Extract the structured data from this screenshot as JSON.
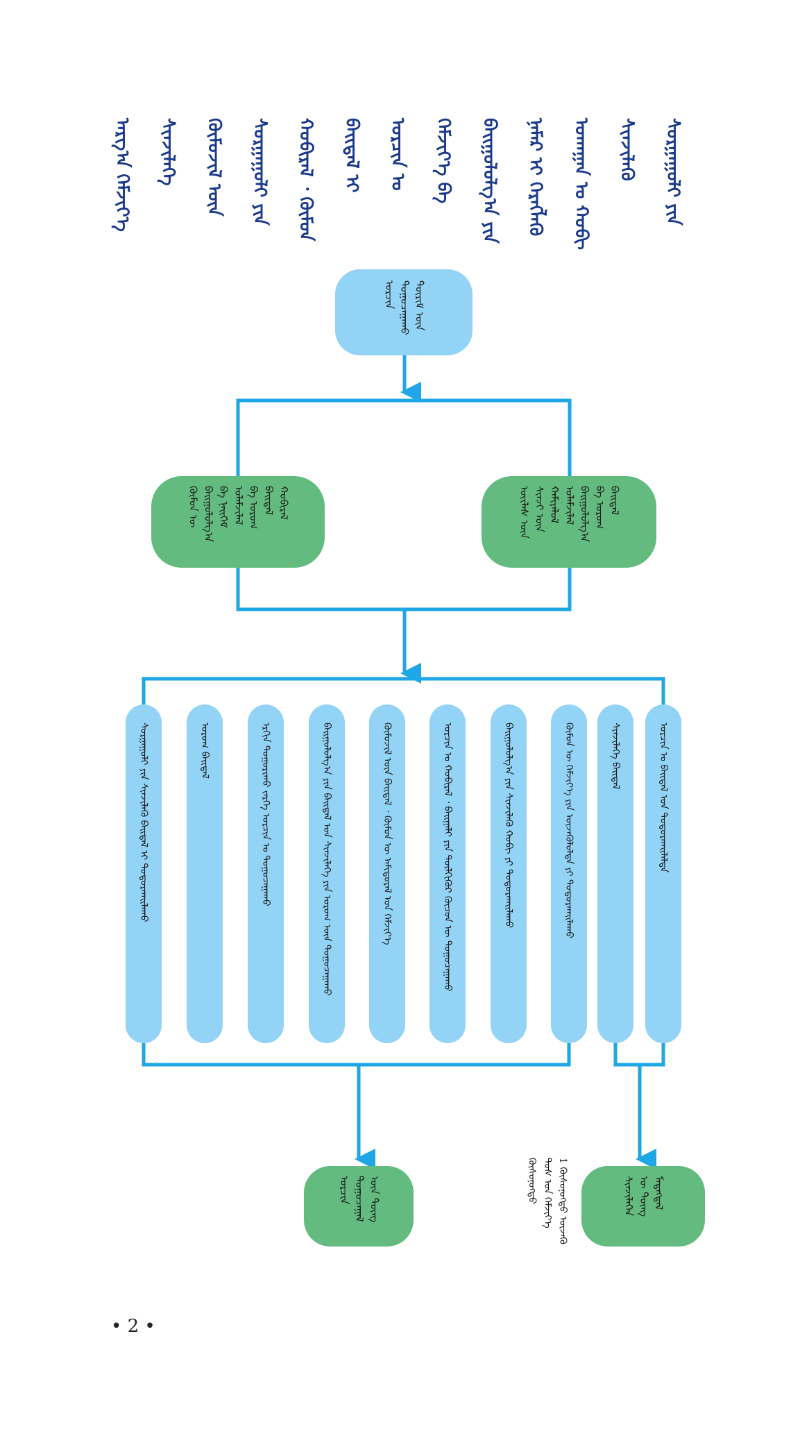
{
  "heading": {
    "lines": [
      "ᠰᠤᠷᠭᠠᠭᠤᠯᠢ ᠶᠢᠨ",
      "ᠰᠢᠨᠵᠢᠯᠡᠬᠦ",
      "ᠤᠬᠠᠭᠠᠨ ᠤ ᠬᠤᠪᠢ",
      "ᠨᠡᠮᠡᠷ ᠢ ᠬᠡᠷᠡᠭᠯᠡᠬᠦ",
      "ᠪᠠᠢᠭᠤᠯᠤᠯᠭ᠎ᠠ ᠶᠢᠨ",
      "ᠬᠡᠮᠵᠢᠶ᠎ᠡ ᠪᠠ",
      "ᠣᠷᠴᠢᠨ ᠤ",
      "ᠪᠠᠢᠳᠠᠯ ᠢ",
      "ᠬᠤᠪᠢᠷᠠᠯ ᠂ ᠬᠦᠮᠦᠨ",
      "ᠰᠤᠷᠭᠠᠭᠤᠯᠢ ᠶᠢᠨ",
      "ᠬᠦᠮᠦᠵᠢᠯ ᠦᠨ",
      "ᠰᠢᠨᠵᠢᠯᠡᠭᠡ",
      "ᠠᠷᠭ᠎ᠠ ᠬᠡᠮᠵᠢᠶ᠎ᠡ"
    ]
  },
  "diagram": {
    "top_box": "ᠣᠷᠴᠢᠨ\nᠲᠣᠭᠤᠴᠠᠭᠠᠬᠤ\nᠳᠦᠷᠢᠮ ᠦᠨ",
    "green_left": "ᠬᠦᠮᠦᠨ ᠦ\nᠪᠠᠢᠭᠤᠯᠤᠯᠭ᠎ᠠ\nᠪᠠ ᠨᠡᠢᠭᠡᠮ\nᠤᠯᠠᠮᠵᠢᠯᠠᠯ\nᠪᠠ ᠤᠷᠤᠭ\nᠪᠠᠢᠳᠠᠯ\nᠬᠤᠪᠢᠷᠠᠯ",
    "green_right": "ᠦᠢᠯᠡᠰ ᠦᠨ\nᠰᠢᠨᠵᠢ ᠦᠨ\nᠬᠠᠮᠢᠶᠠᠯᠤᠯ\nᠤᠯᠠᠮᠵᠢᠯᠠᠯ\nᠪᠠᠢᠭᠤᠯᠤᠯᠭ᠎ᠠ\nᠪᠠ ᠤᠷᠤᠭ\nᠪᠠᠢᠳᠠᠯ",
    "pills": [
      "ᠰᠤᠷᠭᠠᠭᠤᠯᠢ ᠶᠢᠨ ᠰᠢᠨᠵᠢᠯᠡᠬᠦ ᠪᠠᠢᠳᠠᠯ ᠢ ᠲᠣᠳᠤᠷᠬᠠᠢᠯᠠᠬᠤ",
      "ᠤᠷᠤᠭ ᠪᠠᠢᠳᠠᠯ",
      "ᠡᠷᠭᠢᠨ ᠲᠣᠭᠤᠷᠢᠬᠤ ᠵᠡᠷᠭᠡ ᠣᠷᠴᠢᠨ ᠤ ᠲᠣᠭᠤᠴᠠᠭᠠᠬᠤ",
      "ᠪᠠᠢᠭᠤᠯᠤᠯᠭ᠎ᠠ ᠶᠢᠨ ᠪᠠᠢᠳᠠᠯ ᠤᠨ ᠰᠢᠨᠵᠢᠯᠡᠭᠡ ᠶᠢᠨ ᠤᠷᠤᠭ ᠦᠨ ᠲᠣᠭᠤᠴᠠᠭᠠᠬᠤ",
      "ᠬᠦᠮᠦᠵᠢᠯ ᠦᠨ ᠪᠠᠢᠳᠠᠯ ᠂ ᠬᠦᠮᠦᠨ ᠦ ᠠᠮᠢᠳᠤᠷᠠᠯ ᠤᠨ ᠬᠡᠮᠵᠢᠶ᠎ᠡ",
      "ᠣᠷᠴᠢᠨ ᠤ ᠬᠤᠪᠢᠷᠠᠯ ᠂ ᠪᠠᠢᠭᠠᠯᠢ ᠶᠢᠨ ᠲᠦᠯᠬᠢᠭᠦᠷ ᠬᠦᠴᠦᠨ ᠦ ᠲᠣᠭᠤᠴᠠᠭᠠᠬᠤ",
      "ᠪᠠᠢᠭᠤᠯᠤᠯᠭ᠎ᠠ ᠶᠢᠨ ᠰᠢᠨᠵᠢᠯᠡᠬᠦ ᠬᠤᠪᠢ ᠶᠢ ᠲᠣᠳᠤᠷᠬᠠᠢᠯᠠᠬᠤ",
      "ᠬᠦᠮᠦᠨ ᠦ ᠬᠡᠮᠵᠢᠶ᠎ᠡ ᠶᠢᠨ ᠦᠵᠡᠭᠦᠯᠦᠯᠲᠡ ᠶᠢ ᠲᠣᠳᠤᠷᠬᠠᠢᠯᠠᠬᠤ",
      "ᠰᠢᠨᠵᠢᠯᠡᠭᠡ ᠪᠠᠢᠳᠠᠯ",
      "ᠣᠷᠴᠢᠨ ᠤ ᠪᠠᠢᠳᠠᠯ ᠤᠨ ᠲᠣᠳᠤᠷᠬᠠᠢᠯᠠᠯᠲᠠ"
    ],
    "bottom_left": "ᠣᠷᠴᠢᠨ\nᠲᠣᠭᠤᠴᠠᠭᠠᠯ\nᠦᠨ ᠳᠦᠩ",
    "bottom_right": "ᠰᠢᠨᠵᠢᠯᠡᠭᠡᠨ\nᠦ ᠳᠦᠩ\nᠮᠡᠳᠡᠭᠳᠡᠯ",
    "footnote": "ᠬᠦᠰᠦᠨᠦᠭᠲᠦ\nᠲᠤᠰ ᠤᠨ ᠬᠡᠮᠵᠢᠶ᠎ᠡ\n1 ᠬᠦᠰᠦᠨᠦᠭᠲᠦ ᠦᠵᠡᠬᠦ"
  },
  "colors": {
    "blue_box": "#93d3f6",
    "green_box": "#63bb7f",
    "connector": "#1ea6e6",
    "heading_text": "#1b3a8c"
  },
  "page_number": "• 2 •"
}
